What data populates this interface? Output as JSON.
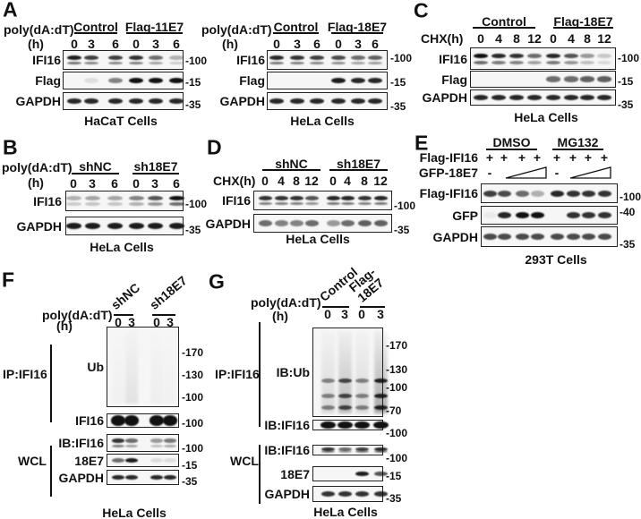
{
  "figure": {
    "panels": {
      "A1": {
        "letter": "A",
        "treatment": "poly(dA:dT)",
        "time": "(h)",
        "groups": [
          "Control",
          "Flag-11E7"
        ],
        "lanes": [
          "0",
          "3",
          "6",
          "0",
          "3",
          "6"
        ],
        "blots": [
          {
            "label": "IFI16",
            "markers": [
              "-100"
            ],
            "bands": [
              0.95,
              0.8,
              0.8,
              0.85,
              0.6,
              0.3
            ]
          },
          {
            "label": "Flag",
            "markers": [
              "-15"
            ],
            "bands": [
              0,
              0.1,
              0.5,
              1,
              1,
              1
            ]
          },
          {
            "label": "GAPDH",
            "markers": [
              "-35"
            ],
            "bands": [
              0.9,
              0.9,
              0.9,
              0.9,
              0.9,
              0.9
            ]
          }
        ],
        "cells": "HaCaT Cells"
      },
      "A2": {
        "treatment": "poly(dA:dT)",
        "time": "(h)",
        "groups": [
          "Control",
          "Flag-18E7"
        ],
        "lanes": [
          "0",
          "3",
          "6",
          "0",
          "3",
          "6"
        ],
        "blots": [
          {
            "label": "IFI16",
            "markers": [
              "-100"
            ],
            "bands": [
              0.9,
              0.85,
              0.8,
              0.75,
              0.6,
              0.65
            ]
          },
          {
            "label": "Flag",
            "markers": [
              "-15"
            ],
            "bands": [
              0,
              0,
              0,
              0.95,
              0.9,
              0.9
            ]
          },
          {
            "label": "GAPDH",
            "markers": [
              "-35"
            ],
            "bands": [
              0.9,
              0.9,
              0.9,
              0.9,
              0.9,
              0.9
            ]
          }
        ],
        "cells": "HeLa Cells"
      },
      "C": {
        "letter": "C",
        "time": "CHX(h)",
        "groups": [
          "Control",
          "Flag-18E7"
        ],
        "lanes": [
          "0",
          "4",
          "8",
          "12",
          "0",
          "4",
          "8",
          "12"
        ],
        "blots": [
          {
            "label": "IFI16",
            "markers": [
              "-100"
            ],
            "bands": [
              1,
              0.9,
              0.85,
              0.6,
              0.9,
              0.7,
              0.4,
              0.2
            ]
          },
          {
            "label": "Flag",
            "markers": [
              "-15"
            ],
            "bands": [
              0,
              0,
              0,
              0,
              0.6,
              0.6,
              0.65,
              0.65
            ]
          },
          {
            "label": "GAPDH",
            "markers": [
              "-35"
            ],
            "bands": [
              0.9,
              0.9,
              0.9,
              0.9,
              0.9,
              0.9,
              0.9,
              0.9
            ]
          }
        ],
        "cells": "HeLa Cells"
      },
      "B": {
        "letter": "B",
        "treatment": "poly(dA:dT)",
        "time": "(h)",
        "groups": [
          "shNC",
          "sh18E7"
        ],
        "lanes": [
          "0",
          "3",
          "6",
          "0",
          "3",
          "6"
        ],
        "blots": [
          {
            "label": "IFI16",
            "markers": [
              "-100"
            ],
            "bands": [
              0.3,
              0.35,
              0.35,
              0.5,
              0.7,
              1
            ]
          },
          {
            "label": "GAPDH",
            "markers": [
              "-35"
            ],
            "bands": [
              0.95,
              0.95,
              0.95,
              0.95,
              0.95,
              0.95
            ]
          }
        ],
        "cells": "HeLa Cells"
      },
      "D": {
        "letter": "D",
        "time": "CHX(h)",
        "groups": [
          "shNC",
          "sh18E7"
        ],
        "lanes": [
          "0",
          "4",
          "8",
          "12",
          "0",
          "4",
          "8",
          "12"
        ],
        "blots": [
          {
            "label": "IFI16",
            "markers": [
              "-100"
            ],
            "bands": [
              0.85,
              0.85,
              0.85,
              0.7,
              0.9,
              0.9,
              0.85,
              0.9
            ]
          },
          {
            "label": "GAPDH",
            "markers": [
              "-35"
            ],
            "bands": [
              0.6,
              0.5,
              0.5,
              0.6,
              0.4,
              0.6,
              0.65,
              0.65
            ]
          }
        ],
        "cells": "HeLa Cells"
      },
      "E": {
        "letter": "E",
        "groups": [
          "DMSO",
          "MG132"
        ],
        "rows": [
          {
            "label": "Flag-IFI16",
            "values": [
              "+",
              "+",
              "+",
              "+",
              "+",
              "+",
              "+",
              "+"
            ]
          },
          {
            "label": "GFP-18E7",
            "values": [
              "-",
              "",
              "",
              "",
              "-",
              "",
              "",
              ""
            ]
          }
        ],
        "blots": [
          {
            "label": "Flag-IFI16",
            "markers": [
              "-100"
            ],
            "bands": [
              0.8,
              0.75,
              0.6,
              0.3,
              0.9,
              0.85,
              0.85,
              0.85
            ]
          },
          {
            "label": "GFP",
            "markers": [
              "-40"
            ],
            "bands": [
              0.05,
              0.9,
              1,
              1,
              0,
              0.85,
              0.85,
              0.85
            ]
          },
          {
            "label": "GAPDH",
            "markers": [
              "-35"
            ],
            "bands": [
              0.75,
              0.75,
              0.75,
              0.75,
              0.75,
              0.75,
              0.75,
              0.75
            ]
          }
        ],
        "cells": "293T Cells"
      },
      "F": {
        "letter": "F",
        "treatment": "poly(dA:dT)",
        "time": "(h)",
        "groups": [
          "shNC",
          "sh18E7"
        ],
        "lanes": [
          "0",
          "3",
          "0",
          "3"
        ],
        "brackets": [
          {
            "label": "IP:IFI16"
          },
          {
            "label": "WCL"
          }
        ],
        "blots": [
          {
            "label": "Ub",
            "markers": [
              "-170",
              "-130",
              "-100"
            ],
            "bands": [
              0.05,
              0.2,
              0.08,
              0.05
            ]
          },
          {
            "label": "IFI16",
            "markers": [
              "-100"
            ],
            "bands": [
              1,
              1,
              1,
              1
            ]
          },
          {
            "label": "IB:IFI16",
            "markers": [
              "-100"
            ],
            "bands": [
              0.85,
              0.6,
              0.4,
              0.55
            ]
          },
          {
            "label": "18E7",
            "markers": [
              "-15"
            ],
            "bands": [
              0.6,
              0.95,
              0.1,
              0.1
            ]
          },
          {
            "label": "GAPDH",
            "markers": [
              "-35"
            ],
            "bands": [
              0.9,
              0.9,
              0.9,
              0.9
            ]
          }
        ],
        "cells": "HeLa Cells"
      },
      "G": {
        "letter": "G",
        "treatment": "poly(dA:dT)",
        "time": "(h)",
        "groups": [
          "Control",
          "Flag-18E7"
        ],
        "lanes": [
          "0",
          "3",
          "0",
          "3"
        ],
        "brackets": [
          {
            "label": "IP:IFI16"
          },
          {
            "label": "WCL"
          }
        ],
        "blots": [
          {
            "label": "IB:Ub",
            "markers": [
              "-170",
              "-130",
              "-100",
              "-70"
            ],
            "bands": [
              0.3,
              0.6,
              0.3,
              0.8
            ]
          },
          {
            "label": "IB:IFI16",
            "markers": [
              "-100"
            ],
            "bands": [
              1,
              1,
              1,
              1
            ]
          },
          {
            "label": "IB:IFI16",
            "markers": [
              "-100"
            ],
            "bands": [
              0.85,
              0.6,
              0.8,
              0.9
            ]
          },
          {
            "label": "18E7",
            "markers": [
              "-15"
            ],
            "bands": [
              0,
              0,
              0.95,
              0.7
            ]
          },
          {
            "label": "GAPDH",
            "markers": [
              "-35"
            ],
            "bands": [
              0.85,
              0.85,
              0.85,
              0.85
            ]
          }
        ],
        "cells": "HeLa Cells"
      }
    }
  }
}
